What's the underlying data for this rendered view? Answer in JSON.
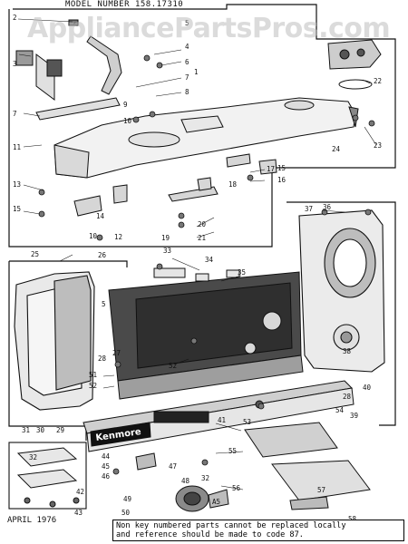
{
  "header": {
    "model_number": "MODEL NUMBER 158.17310"
  },
  "watermark": "AppliancePartsPros.com",
  "footer": {
    "date": "APRIL 1976",
    "note_line1": "Non key numbered parts cannot be replaced locally",
    "note_line2": "and reference should be made to code 87."
  },
  "brand_label": "Kenmore",
  "part_numbers": [
    "1",
    "2",
    "3",
    "4",
    "5",
    "6",
    "7",
    "8",
    "9",
    "10",
    "11",
    "12",
    "13",
    "14",
    "15",
    "16",
    "17",
    "18",
    "19",
    "20",
    "21",
    "22",
    "23",
    "24",
    "25",
    "26",
    "27",
    "28",
    "29",
    "30",
    "31",
    "32",
    "33",
    "34",
    "35",
    "36",
    "37",
    "38",
    "39",
    "40",
    "41",
    "42",
    "43",
    "44",
    "45",
    "46",
    "47",
    "48",
    "49",
    "50",
    "51",
    "52",
    "53",
    "54",
    "55",
    "56",
    "57",
    "58",
    "A5"
  ]
}
